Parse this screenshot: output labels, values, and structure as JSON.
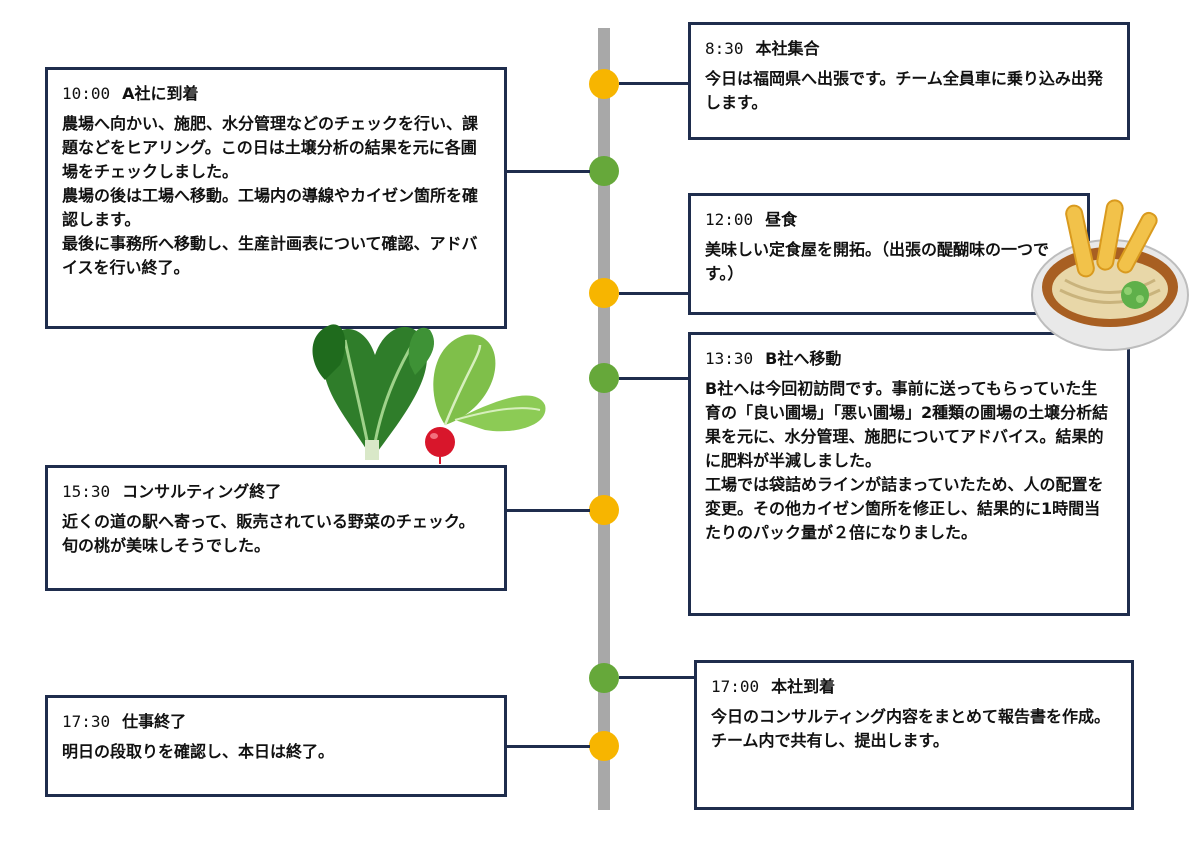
{
  "timeline": [
    {
      "time": "8:30",
      "title": "本社集合",
      "body": "今日は福岡県へ出張です。チーム全員車に乗り込み出発します。"
    },
    {
      "time": "10:00",
      "title": "A社に到着",
      "body": "農場へ向かい、施肥、水分管理などのチェックを行い、課題などをヒアリング。この日は土壌分析の結果を元に各圃場をチェックしました。\n農場の後は工場へ移動。工場内の導線やカイゼン箇所を確認します。\n最後に事務所へ移動し、生産計画表について確認、アドバイスを行い終了。"
    },
    {
      "time": "12:00",
      "title": "昼食",
      "body": "美味しい定食屋を開拓。（出張の醍醐味の一つです。）"
    },
    {
      "time": "13:30",
      "title": "B社へ移動",
      "body": "B社へは今回初訪問です。事前に送ってもらっていた生育の「良い圃場」「悪い圃場」2種類の圃場の土壌分析結果を元に、水分管理、施肥についてアドバイス。結果的に肥料が半減しました。\n工場では袋詰めラインが詰まっていたため、人の配置を変更。その他カイゼン箇所を修正し、結果的に1時間当たりのパック量が２倍になりました。"
    },
    {
      "time": "15:30",
      "title": "コンサルティング終了",
      "body": "近くの道の駅へ寄って、販売されている野菜のチェック。旬の桃が美味しそうでした。"
    },
    {
      "time": "17:00",
      "title": "本社到着",
      "body": "今日のコンサルティング内容をまとめて報告書を作成。チーム内で共有し、提出します。"
    },
    {
      "time": "17:30",
      "title": "仕事終了",
      "body": "明日の段取りを確認し、本日は終了。"
    }
  ],
  "colors": {
    "line": "#1f2d4d",
    "axis": "#a8a8a8",
    "dot_yellow": "#f7b500",
    "dot_green": "#66a83a"
  },
  "icons": [
    "leafy-vegetables-icon",
    "radish-icon",
    "udon-bowl-icon"
  ]
}
